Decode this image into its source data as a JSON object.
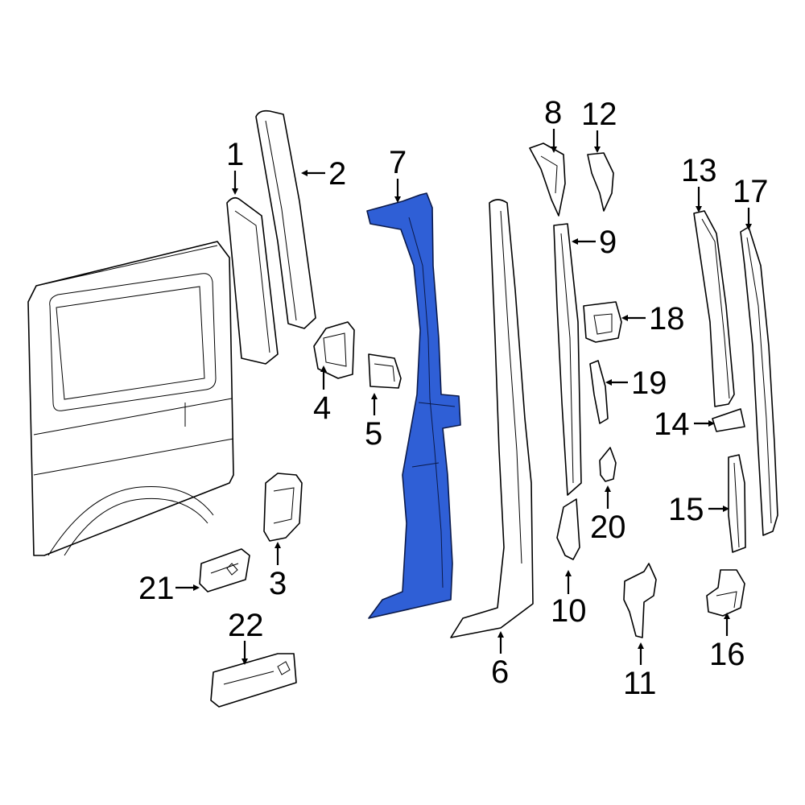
{
  "diagram": {
    "highlight_color": "#2f5fd6",
    "highlighted_part": "7",
    "callouts": [
      "1",
      "2",
      "3",
      "4",
      "5",
      "6",
      "7",
      "8",
      "9",
      "10",
      "11",
      "12",
      "13",
      "14",
      "15",
      "16",
      "17",
      "18",
      "19",
      "20",
      "21",
      "22"
    ]
  }
}
